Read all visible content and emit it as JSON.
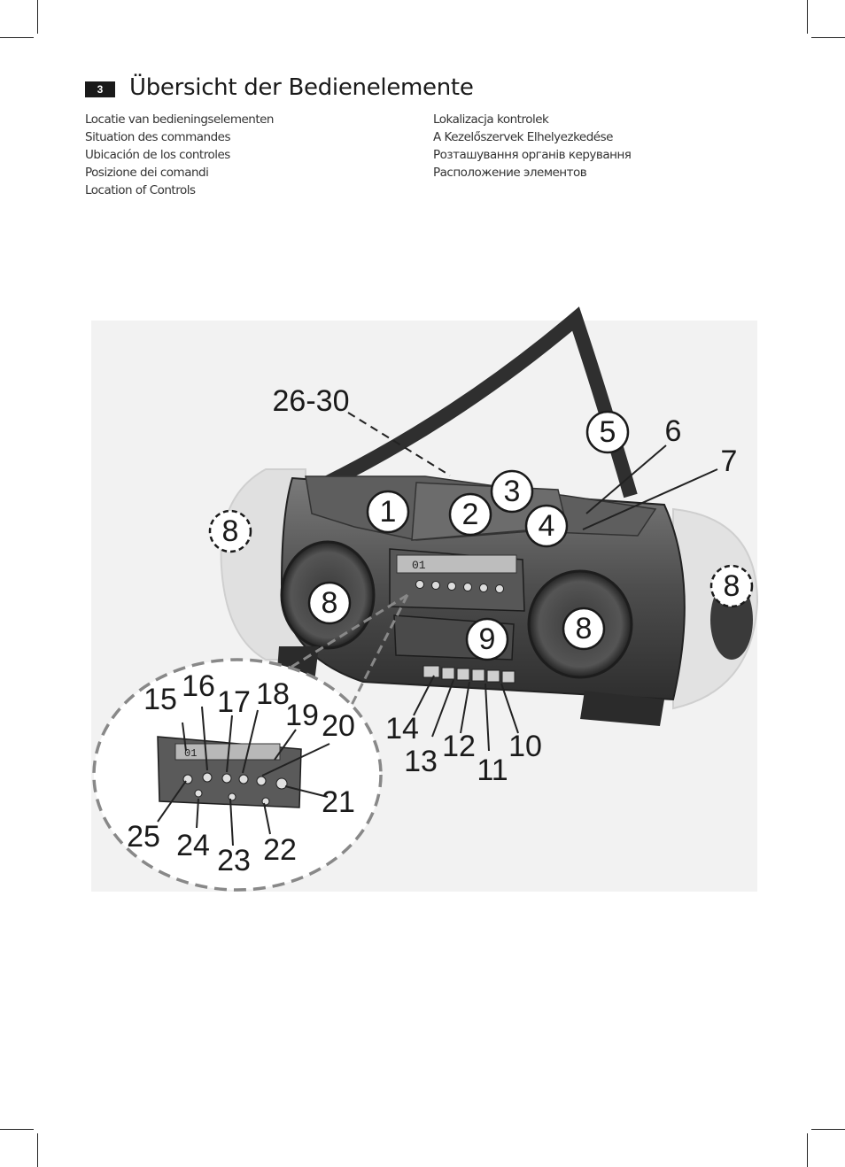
{
  "page_number": "3",
  "title": "Übersicht der Bedienelemente",
  "languages_left": [
    "Locatie van bedieningselementen",
    "Situation des commandes",
    "Ubicación de los controles",
    "Posizione dei comandi",
    "Location of Controls"
  ],
  "languages_right": [
    "Lokalizacja kontrolek",
    "A Kezelőszervek Elhelyezkedése",
    "Розташування органів керування",
    "Расположение элементов"
  ],
  "callouts": {
    "c1": "1",
    "c2": "2",
    "c3": "3",
    "c4": "4",
    "c5": "5",
    "c6": "6",
    "c7": "7",
    "c8": "8",
    "c9": "9",
    "c10": "10",
    "c11": "11",
    "c12": "12",
    "c13": "13",
    "c14": "14",
    "c15": "15",
    "c16": "16",
    "c17": "17",
    "c18": "18",
    "c19": "19",
    "c20": "20",
    "c21": "21",
    "c22": "22",
    "c23": "23",
    "c24": "24",
    "c25": "25",
    "c26_30": "26-30"
  },
  "display_readout": "01"
}
